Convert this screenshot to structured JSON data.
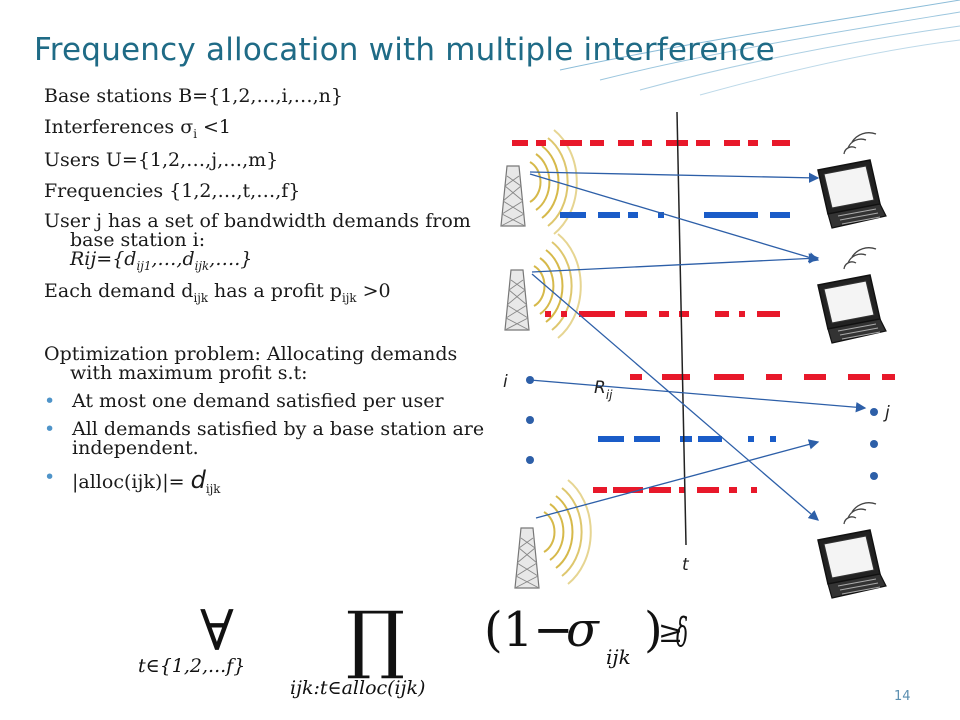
{
  "slide": {
    "title": "Frequency allocation with multiple interference",
    "page_number": "14"
  },
  "content": {
    "base_stations": "Base stations B={1,2,…,i,…,n}",
    "interferences": "Interferences σ",
    "interferences_sub": "i",
    "interferences_tail": " <1",
    "users": "Users  U={1,2,…,j,…,m}",
    "frequencies": "Frequencies {1,2,…,t,…,f}",
    "user_demands_1": "User j has a set of bandwidth demands from base station i:",
    "user_demands_2_a": "Rij={d",
    "user_demands_2_s1": "ij1",
    "user_demands_2_b": ",…,d",
    "user_demands_2_s2": "ijk",
    "user_demands_2_c": ",….}",
    "profit_a": "Each demand d",
    "profit_s1": "ijk",
    "profit_b": " has a profit p",
    "profit_s2": "ijk",
    "profit_c": " >0",
    "optimization": "Optimization problem: Allocating demands with maximum profit s.t:",
    "bullets": [
      "At most one demand satisfied per user",
      "All demands satisfied by a base station are independent."
    ],
    "alloc_a": "|alloc(ijk)|= ",
    "alloc_d": "d",
    "alloc_sub": "ijk"
  },
  "formula": {
    "forall": "∀",
    "set": "t∈{1,2,...f}",
    "product": "∏",
    "product_index": "ijk:t∈alloc(ijk)",
    "lparen": "(1−",
    "sigma": "σ",
    "sigma_sub": "ijk",
    "rparen": ")",
    "ge": "≥",
    "delta": "δ"
  },
  "diagram": {
    "label_i": "i",
    "label_R": "R",
    "label_R_sub": "ij",
    "label_j": "j",
    "label_t": "t"
  },
  "colors": {
    "title": "#1f6b86",
    "red_dash": "#e8182a",
    "blue_dash": "#1a5cc8",
    "arrow": "#2d5fa8",
    "bullet": "#4f94c9"
  }
}
